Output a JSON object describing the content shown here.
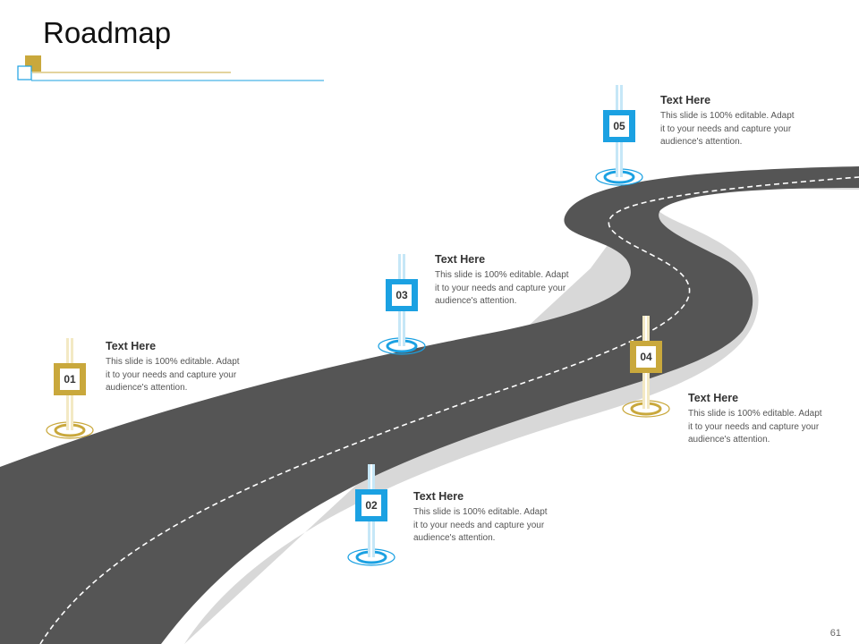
{
  "title": "Roadmap",
  "page_number": "61",
  "colors": {
    "gold": "#c9a83c",
    "blue": "#1ba1e2",
    "road": "#555555",
    "road_shadow": "#d8d8d8"
  },
  "milestones": [
    {
      "number": "01",
      "color": "gold",
      "title": "Text Here",
      "body": "This slide is 100% editable. Adapt it to your needs and capture your audience's attention."
    },
    {
      "number": "02",
      "color": "blue",
      "title": "Text Here",
      "body": "This slide is 100% editable. Adapt it to your needs and capture your audience's attention."
    },
    {
      "number": "03",
      "color": "blue",
      "title": "Text Here",
      "body": "This slide is 100% editable. Adapt it to your needs and capture your audience's attention."
    },
    {
      "number": "04",
      "color": "gold",
      "title": "Text Here",
      "body": "This slide is 100% editable. Adapt it to your needs and capture your audience's attention."
    },
    {
      "number": "05",
      "color": "blue",
      "title": "Text Here",
      "body": "This slide is 100% editable. Adapt it to your needs and capture your audience's attention."
    }
  ]
}
